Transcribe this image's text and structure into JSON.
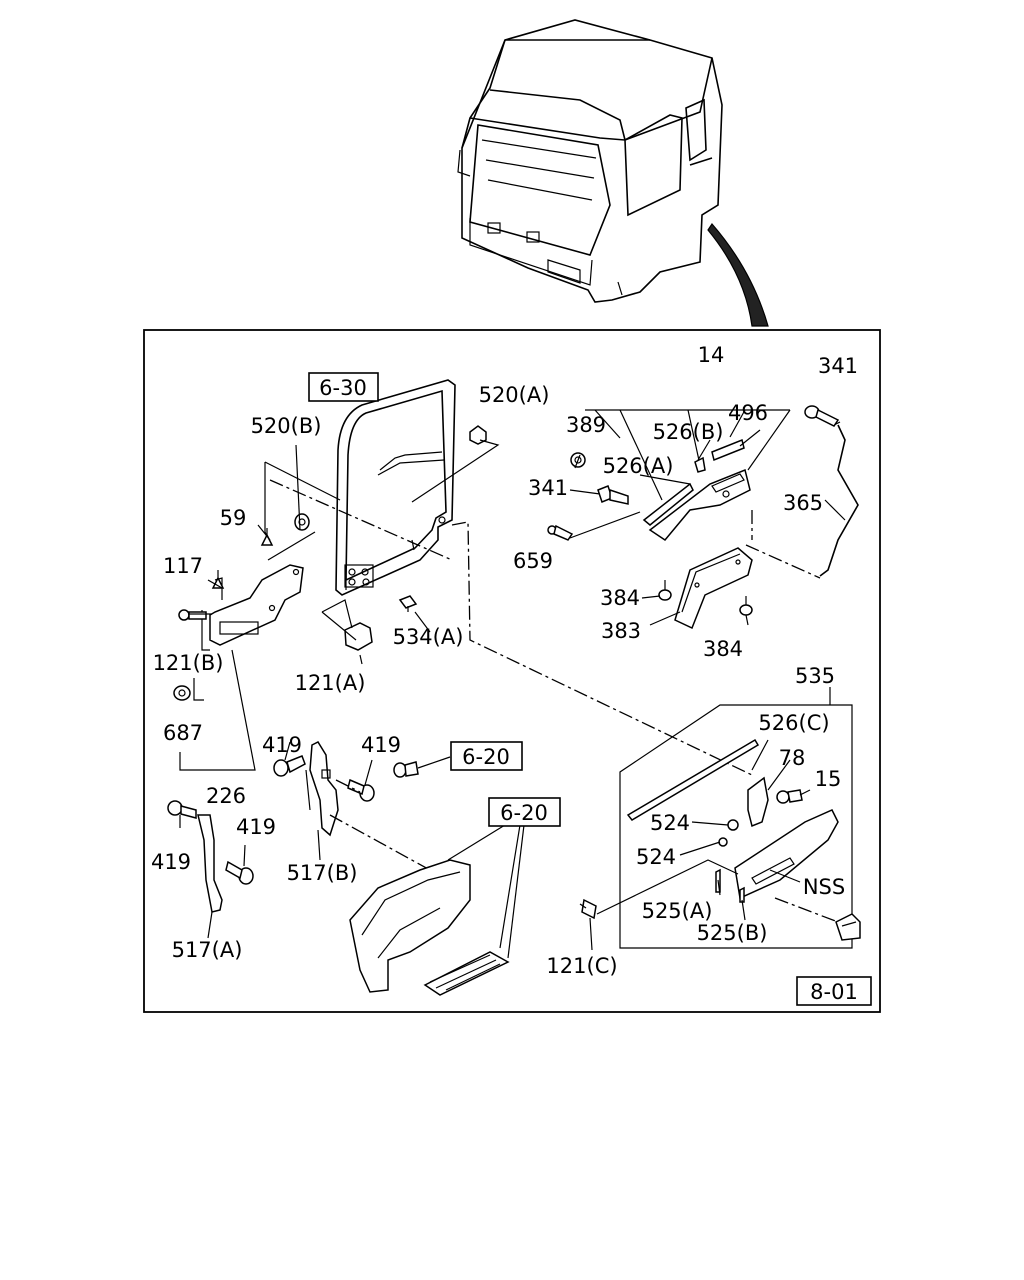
{
  "callouts": [
    {
      "id": "c14",
      "text": "14"
    },
    {
      "id": "c341a",
      "text": "341"
    },
    {
      "id": "c389",
      "text": "389"
    },
    {
      "id": "c526b",
      "text": "526(B)"
    },
    {
      "id": "c496",
      "text": "496"
    },
    {
      "id": "c526a",
      "text": "526(A)"
    },
    {
      "id": "c341b",
      "text": "341"
    },
    {
      "id": "c365",
      "text": "365"
    },
    {
      "id": "c659",
      "text": "659"
    },
    {
      "id": "c384a",
      "text": "384"
    },
    {
      "id": "c383",
      "text": "383"
    },
    {
      "id": "c384b",
      "text": "384"
    },
    {
      "id": "c520a",
      "text": "520(A)"
    },
    {
      "id": "c520b",
      "text": "520(B)"
    },
    {
      "id": "c59",
      "text": "59"
    },
    {
      "id": "c117",
      "text": "117"
    },
    {
      "id": "c121b",
      "text": "121(B)"
    },
    {
      "id": "c534a",
      "text": "534(A)"
    },
    {
      "id": "c121a",
      "text": "121(A)"
    },
    {
      "id": "c687",
      "text": "687"
    },
    {
      "id": "c226",
      "text": "226"
    },
    {
      "id": "c419a",
      "text": "419"
    },
    {
      "id": "c419b",
      "text": "419"
    },
    {
      "id": "c419c",
      "text": "419"
    },
    {
      "id": "c419d",
      "text": "419"
    },
    {
      "id": "c517b",
      "text": "517(B)"
    },
    {
      "id": "c517a",
      "text": "517(A)"
    },
    {
      "id": "c535",
      "text": "535"
    },
    {
      "id": "c526c",
      "text": "526(C)"
    },
    {
      "id": "c78",
      "text": "78"
    },
    {
      "id": "c15",
      "text": "15"
    },
    {
      "id": "c524a",
      "text": "524"
    },
    {
      "id": "c524b",
      "text": "524"
    },
    {
      "id": "cnss",
      "text": "NSS"
    },
    {
      "id": "c525a",
      "text": "525(A)"
    },
    {
      "id": "c525b",
      "text": "525(B)"
    },
    {
      "id": "c121c",
      "text": "121(C)"
    }
  ],
  "references": [
    {
      "id": "r630",
      "text": "6-30"
    },
    {
      "id": "r620a",
      "text": "6-20"
    },
    {
      "id": "r620b",
      "text": "6-20"
    },
    {
      "id": "r801",
      "text": "8-01"
    }
  ]
}
